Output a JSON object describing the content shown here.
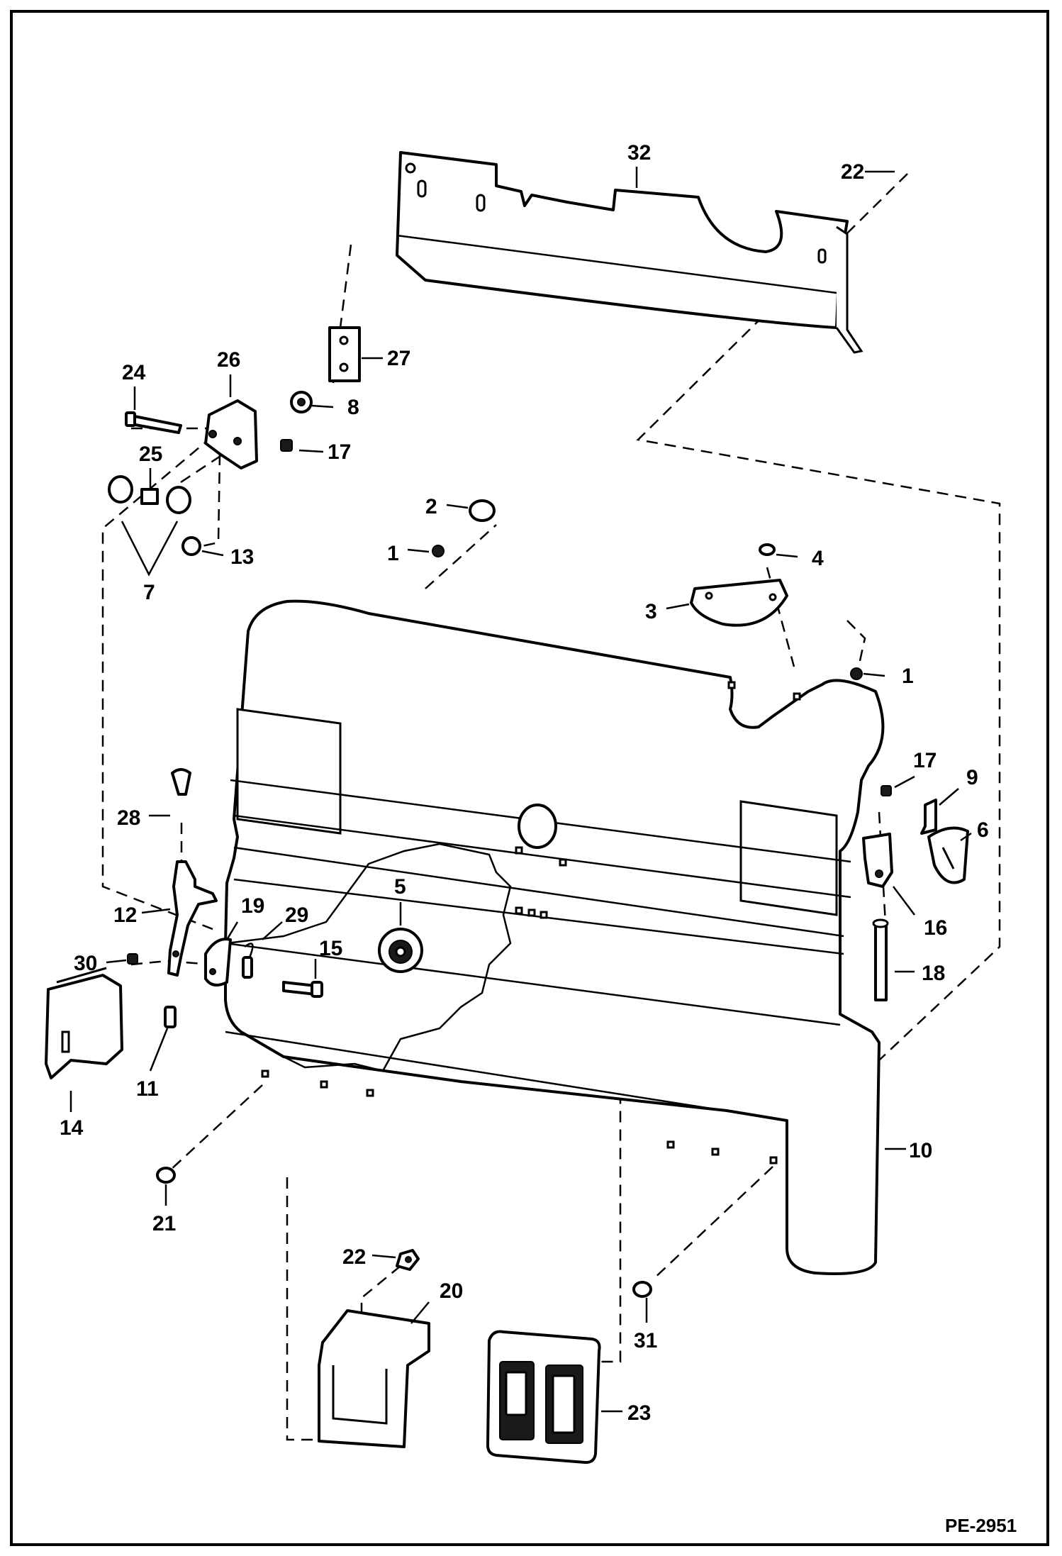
{
  "diagram": {
    "document_id": "PE-2951",
    "callouts": [
      {
        "id": "c32",
        "label": "32"
      },
      {
        "id": "c22a",
        "label": "22"
      },
      {
        "id": "c24",
        "label": "24"
      },
      {
        "id": "c26",
        "label": "26"
      },
      {
        "id": "c27",
        "label": "27"
      },
      {
        "id": "c8",
        "label": "8"
      },
      {
        "id": "c17a",
        "label": "17"
      },
      {
        "id": "c25",
        "label": "25"
      },
      {
        "id": "c13",
        "label": "13"
      },
      {
        "id": "c7",
        "label": "7"
      },
      {
        "id": "c2",
        "label": "2"
      },
      {
        "id": "c1a",
        "label": "1"
      },
      {
        "id": "c4",
        "label": "4"
      },
      {
        "id": "c3",
        "label": "3"
      },
      {
        "id": "c1b",
        "label": "1"
      },
      {
        "id": "c17b",
        "label": "17"
      },
      {
        "id": "c9",
        "label": "9"
      },
      {
        "id": "c6",
        "label": "6"
      },
      {
        "id": "c16",
        "label": "16"
      },
      {
        "id": "c18",
        "label": "18"
      },
      {
        "id": "c28",
        "label": "28"
      },
      {
        "id": "c12",
        "label": "12"
      },
      {
        "id": "c19",
        "label": "19"
      },
      {
        "id": "c29",
        "label": "29"
      },
      {
        "id": "c5",
        "label": "5"
      },
      {
        "id": "c15",
        "label": "15"
      },
      {
        "id": "c30",
        "label": "30"
      },
      {
        "id": "c11",
        "label": "11"
      },
      {
        "id": "c14",
        "label": "14"
      },
      {
        "id": "c21",
        "label": "21"
      },
      {
        "id": "c10",
        "label": "10"
      },
      {
        "id": "c22b",
        "label": "22"
      },
      {
        "id": "c20",
        "label": "20"
      },
      {
        "id": "c31",
        "label": "31"
      },
      {
        "id": "c23",
        "label": "23"
      }
    ]
  }
}
